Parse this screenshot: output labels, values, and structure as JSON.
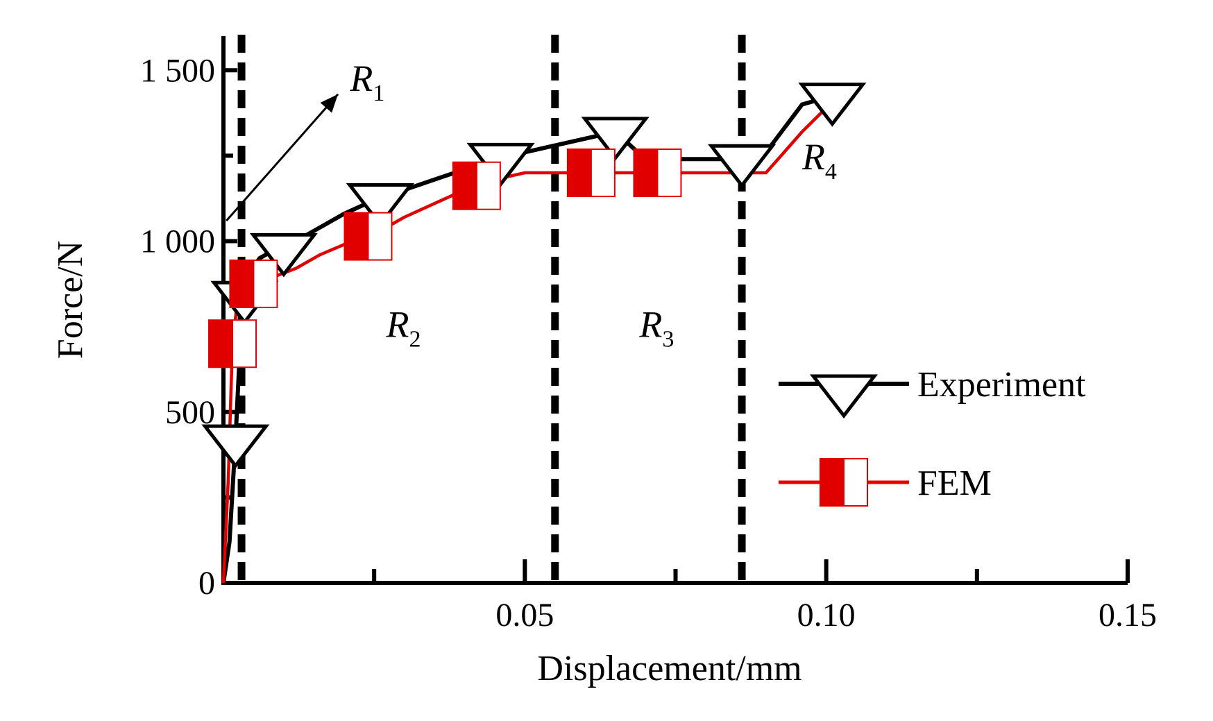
{
  "chart_data": {
    "type": "line",
    "xlabel": "Displacement/mm",
    "ylabel": "Force/N",
    "xlim": [
      0,
      0.15
    ],
    "ylim": [
      0,
      1600
    ],
    "x_ticks": [
      {
        "value": 0.05,
        "label": "0.05"
      },
      {
        "value": 0.1,
        "label": "0.10"
      },
      {
        "value": 0.15,
        "label": "0.15"
      }
    ],
    "y_ticks": [
      {
        "value": 0,
        "label": "0"
      },
      {
        "value": 500,
        "label": "500"
      },
      {
        "value": 1000,
        "label": "1 000"
      },
      {
        "value": 1500,
        "label": "1 500"
      }
    ],
    "series": [
      {
        "name": "Experiment",
        "color": "#000000",
        "marker": "triangle-down",
        "x": [
          0,
          0.001,
          0.002,
          0.003,
          0.004,
          0.006,
          0.008,
          0.01,
          0.013,
          0.016,
          0.02,
          0.025,
          0.03,
          0.035,
          0.04,
          0.045,
          0.05,
          0.055,
          0.06,
          0.065,
          0.07,
          0.075,
          0.08,
          0.084,
          0.087,
          0.09,
          0.093,
          0.096,
          0.1
        ],
        "y": [
          0,
          120,
          420,
          780,
          900,
          950,
          970,
          980,
          1010,
          1040,
          1080,
          1120,
          1150,
          1180,
          1210,
          1240,
          1260,
          1280,
          1300,
          1320,
          1240,
          1240,
          1240,
          1240,
          1240,
          1260,
          1330,
          1400,
          1420
        ]
      },
      {
        "name": "FEM",
        "color": "#e00000",
        "marker": "half-filled-square",
        "x": [
          0,
          0.0008,
          0.0015,
          0.0025,
          0.004,
          0.006,
          0.009,
          0.012,
          0.016,
          0.02,
          0.025,
          0.03,
          0.035,
          0.04,
          0.045,
          0.05,
          0.055,
          0.06,
          0.065,
          0.07,
          0.075,
          0.08,
          0.085,
          0.09,
          0.093,
          0.096,
          0.1
        ],
        "y": [
          0,
          300,
          700,
          850,
          870,
          880,
          900,
          920,
          960,
          990,
          1020,
          1070,
          1110,
          1150,
          1180,
          1200,
          1200,
          1200,
          1200,
          1200,
          1200,
          1200,
          1200,
          1200,
          1260,
          1320,
          1390
        ]
      }
    ],
    "marker_x": {
      "Experiment": [
        0.002,
        0.0035,
        0.01,
        0.026,
        0.046,
        0.065,
        0.086,
        0.101
      ],
      "FEM": [
        0.0015,
        0.005,
        0.024,
        0.042,
        0.061,
        0.072
      ]
    },
    "vertical_lines": [
      0.003,
      0.055,
      0.086
    ],
    "region_labels": [
      {
        "label": "R",
        "sub": "1",
        "x": 0.021,
        "y": 1440
      },
      {
        "label": "R",
        "sub": "2",
        "x": 0.027,
        "y": 720
      },
      {
        "label": "R",
        "sub": "3",
        "x": 0.069,
        "y": 720
      },
      {
        "label": "R",
        "sub": "4",
        "x": 0.096,
        "y": 1210
      }
    ],
    "annotation_arrow": {
      "from": [
        0.0005,
        1060
      ],
      "to": [
        0.019,
        1430
      ]
    },
    "legend_position": "center-right",
    "grid": false
  }
}
